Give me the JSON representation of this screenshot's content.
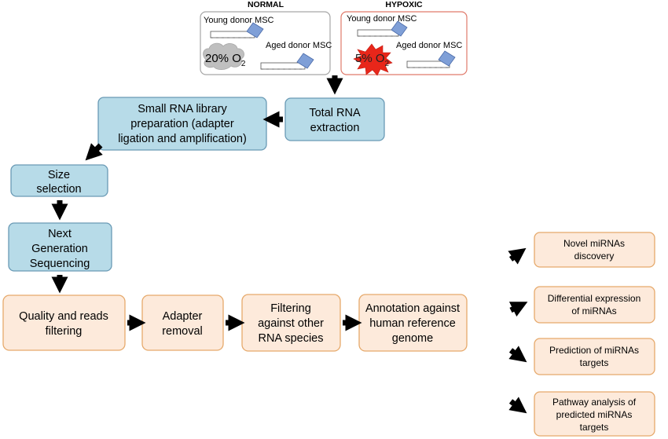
{
  "conditions": {
    "normal": {
      "heading": "NORMAL",
      "young_label": "Young donor MSC",
      "aged_label": "Aged donor MSC",
      "oxygen_prefix": "20% O",
      "oxygen_sub": "2"
    },
    "hypoxic": {
      "heading": "HYPOXIC",
      "young_label": "Young donor MSC",
      "aged_label": "Aged donor MSC",
      "oxygen_prefix": "5% O",
      "oxygen_sub": "2"
    }
  },
  "steps": {
    "total_rna": [
      "Total RNA",
      "extraction"
    ],
    "library_prep": [
      "Small RNA library",
      "preparation (adapter",
      "ligation and amplification)"
    ],
    "size_selection": [
      "Size",
      "selection"
    ],
    "ngs": [
      "Next",
      "Generation",
      "Sequencing"
    ],
    "quality": [
      "Quality and reads",
      "filtering"
    ],
    "adapter": [
      "Adapter",
      "removal"
    ],
    "filtering": [
      "Filtering",
      "against other",
      "RNA species"
    ],
    "annotation": [
      "Annotation against",
      "human reference",
      "genome"
    ]
  },
  "outputs": [
    [
      "Novel miRNAs",
      "discovery"
    ],
    [
      "Differential expression",
      "of miRNAs"
    ],
    [
      "Prediction of miRNAs",
      "targets"
    ],
    [
      "Pathway analysis of",
      "predicted miRNAs",
      "targets"
    ]
  ],
  "colors": {
    "blue_fill": "#b7dbe8",
    "blue_stroke": "#6a9ab5",
    "orange_fill": "#fdeadb",
    "orange_stroke": "#e6a96b",
    "arrow": "#000000",
    "normal_border": "#a6a6a6",
    "hypoxic_border": "#e07a6b",
    "cloud": "#bfbfbf",
    "burst": "#e8261a",
    "cell": "#7f9fd7"
  }
}
